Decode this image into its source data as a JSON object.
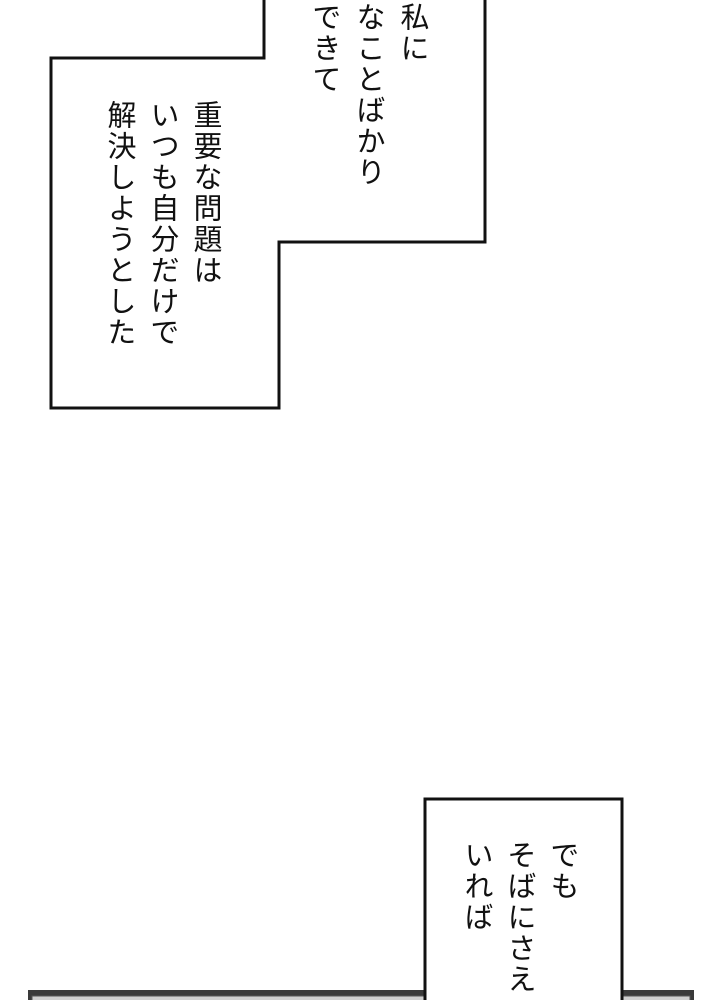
{
  "bubble_top": {
    "lines": [
      "私に",
      "なことばかり",
      "できて"
    ]
  },
  "bubble_left": {
    "lines": [
      "重要な問題は",
      "いつも自分だけで",
      "解決しようとした"
    ]
  },
  "bubble_bottom": {
    "lines": [
      "でも",
      "そばにさえ",
      "いれば"
    ]
  },
  "colors": {
    "stroke": "#111111",
    "background": "#ffffff",
    "panel_bottom": "#3a3a3a"
  }
}
